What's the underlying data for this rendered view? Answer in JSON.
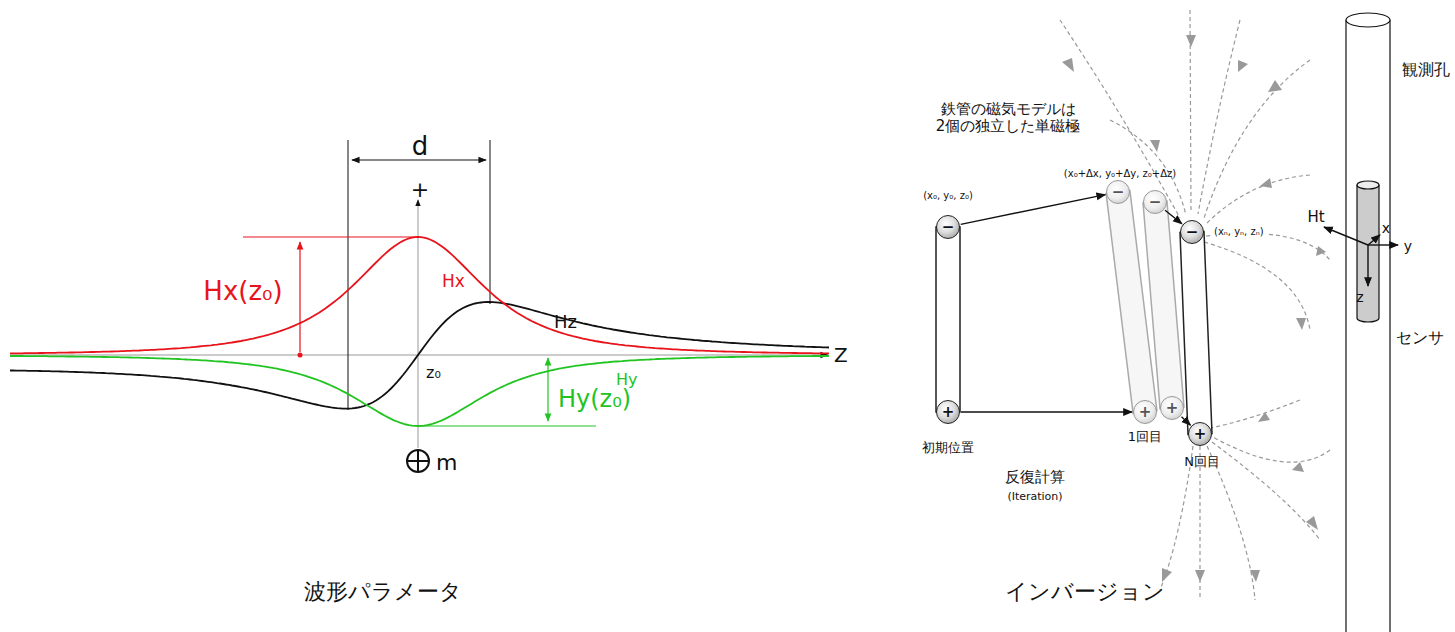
{
  "diagram": {
    "nodes": [
      {
        "text": [
          "−"
        ]
      },
      {
        "text": [
          "+"
        ]
      },
      {
        "text": [
          "−"
        ]
      },
      {
        "text": [
          "+"
        ]
      },
      {
        "text": [
          "−"
        ]
      },
      {
        "text": [
          "+"
        ]
      },
      {
        "text": [
          "−"
        ]
      },
      {
        "text": [
          "+"
        ]
      }
    ],
    "edges": [
      {
        "from": 0,
        "to": 2,
        "arrow": "to"
      },
      {
        "from": 1,
        "to": 3,
        "arrow": "to"
      },
      {
        "from": 4,
        "to": 6,
        "arrow": "to"
      },
      {
        "from": 5,
        "to": 7,
        "arrow": "to"
      }
    ],
    "labels": [
      "d",
      "+",
      "Hx(z₀)",
      "Hx",
      "Hz",
      "Z",
      "z₀",
      "Hy(z₀)",
      "Hy",
      "m",
      "波形パラメータ",
      "鉄管の磁気モデルは 2個の独立した単磁極",
      "(x₀, y₀, z₀)",
      "(x₀+Δx, y₀+Δy, z₀+Δz)",
      "(xₙ, yₙ, zₙ)",
      "初期位置",
      "1回目",
      "N回目",
      "反復計算",
      "(Iteration)",
      "観測孔",
      "Ht",
      "x",
      "y",
      "z",
      "センサ",
      "インバージョン"
    ]
  }
}
